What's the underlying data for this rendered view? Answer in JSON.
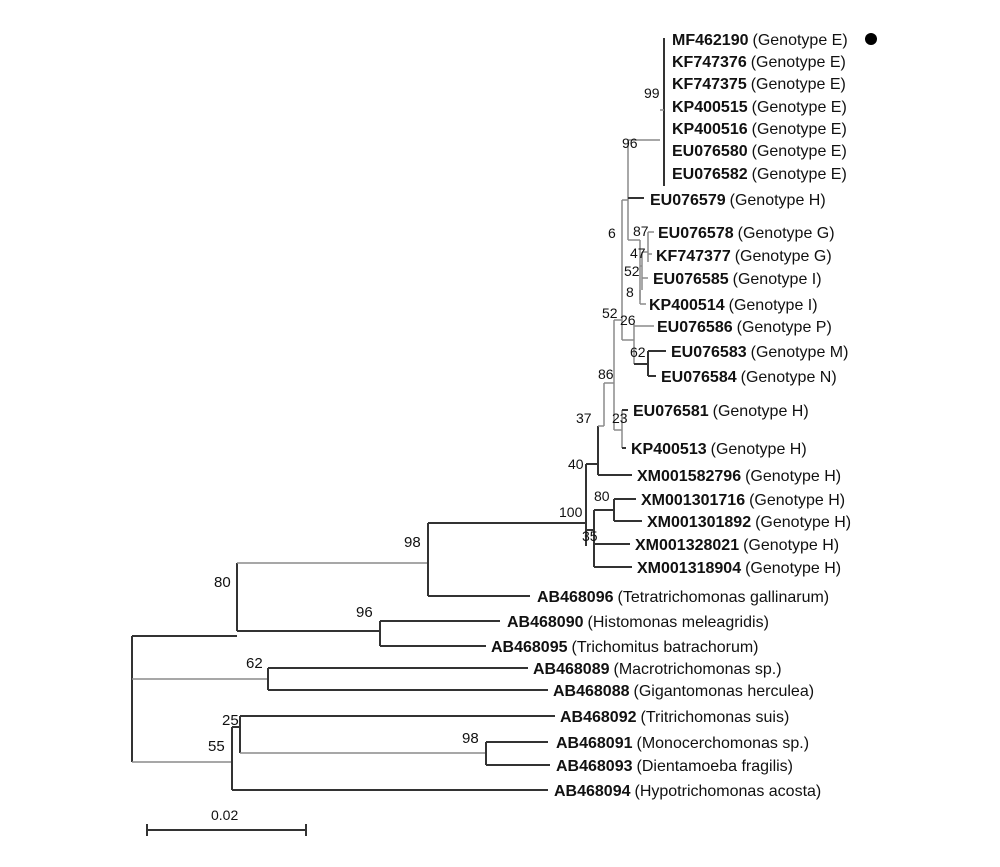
{
  "taxa": [
    {
      "accession": "MF462190",
      "description": "(Genotype E)",
      "marker": "filled-circle"
    },
    {
      "accession": "KF747376",
      "description": "(Genotype E)"
    },
    {
      "accession": "KF747375",
      "description": "(Genotype E)"
    },
    {
      "accession": "KP400515",
      "description": "(Genotype E)"
    },
    {
      "accession": "KP400516",
      "description": "(Genotype E)"
    },
    {
      "accession": "EU076580",
      "description": "(Genotype E)"
    },
    {
      "accession": "EU076582",
      "description": "(Genotype E)"
    },
    {
      "accession": "EU076579",
      "description": "(Genotype H)"
    },
    {
      "accession": "EU076578",
      "description": "(Genotype G)"
    },
    {
      "accession": "KF747377",
      "description": "(Genotype G)"
    },
    {
      "accession": "EU076585",
      "description": "(Genotype I)"
    },
    {
      "accession": "KP400514",
      "description": "(Genotype I)"
    },
    {
      "accession": "EU076586",
      "description": "(Genotype P)"
    },
    {
      "accession": "EU076583",
      "description": "(Genotype M)"
    },
    {
      "accession": "EU076584",
      "description": "(Genotype N)"
    },
    {
      "accession": "EU076581",
      "description": "(Genotype H)"
    },
    {
      "accession": "KP400513",
      "description": "(Genotype H)"
    },
    {
      "accession": "XM001582796",
      "description": "(Genotype H)"
    },
    {
      "accession": "XM001301716",
      "description": "(Genotype H)"
    },
    {
      "accession": "XM001301892",
      "description": "(Genotype H)"
    },
    {
      "accession": "XM001328021",
      "description": "(Genotype H)"
    },
    {
      "accession": "XM001318904",
      "description": "(Genotype H)"
    },
    {
      "accession": "AB468096",
      "description": "(Tetratrichomonas gallinarum)"
    },
    {
      "accession": "AB468090",
      "description": "(Histomonas meleagridis)"
    },
    {
      "accession": "AB468095",
      "description": "(Trichomitus batrachorum)"
    },
    {
      "accession": "AB468089",
      "description": "(Macrotrichomonas sp.)"
    },
    {
      "accession": "AB468088",
      "description": "(Gigantomonas herculea)"
    },
    {
      "accession": "AB468092",
      "description": "(Tritrichomonas suis)"
    },
    {
      "accession": "AB468091",
      "description": "(Monocerchomonas sp.)"
    },
    {
      "accession": "AB468093",
      "description": "(Dientamoeba fragilis)"
    },
    {
      "accession": "AB468094",
      "description": "(Hypotrichomonas acosta)"
    }
  ],
  "bootstrap": {
    "b99": "99",
    "b96_top": "96",
    "b6": "6",
    "b87": "87",
    "b47": "47",
    "b52_inner": "52",
    "b8": "8",
    "b52_outer": "52",
    "b26": "26",
    "b62_inner": "62",
    "b86": "86",
    "b23": "23",
    "b37": "37",
    "b40": "40",
    "b80_inner": "80",
    "b100": "100",
    "b35": "35",
    "b98_top": "98",
    "b80_outer": "80",
    "b96_mid": "96",
    "b62_outer": "62",
    "b25": "25",
    "b98_bottom": "98",
    "b55": "55"
  },
  "scale_bar": {
    "label": "0.02"
  }
}
